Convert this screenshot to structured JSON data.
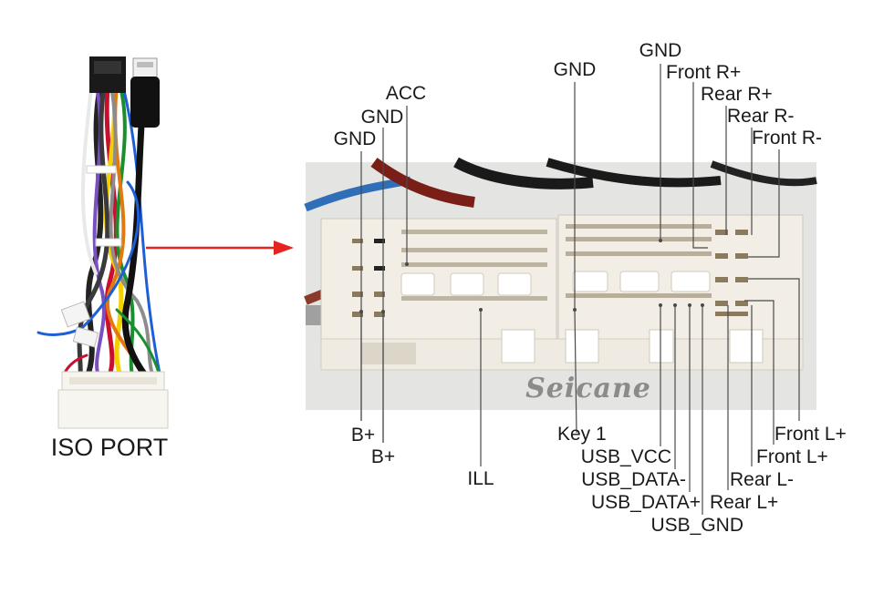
{
  "caption": "ISO PORT",
  "watermark": "Seicane",
  "colors": {
    "arrow": "#e52420",
    "housing": "#f2eee6",
    "photo_bg": "#e6e6e4",
    "leader": "#4a4a4a"
  },
  "icons": [
    "wiring-harness",
    "usb-plug",
    "arrow-right"
  ],
  "labels": {
    "gnd_a": "GND",
    "gnd_b": "GND",
    "acc": "ACC",
    "gnd_c": "GND",
    "gnd_d": "GND",
    "front_r_plus": "Front R+",
    "rear_r_plus": "Rear R+",
    "rear_r_minus": "Rear R-",
    "front_r_minus": "Front R-",
    "b_plus_a": "B+",
    "b_plus_b": "B+",
    "ill": "ILL",
    "key1": "Key 1",
    "usb_vcc": "USB_VCC",
    "usb_data_minus": "USB_DATA-",
    "usb_data_plus": "USB_DATA+",
    "usb_gnd": "USB_GND",
    "front_l_plus_a": "Front L+",
    "front_l_plus_b": "Front L+",
    "rear_l_minus": "Rear L-",
    "rear_l_plus": "Rear L+"
  }
}
